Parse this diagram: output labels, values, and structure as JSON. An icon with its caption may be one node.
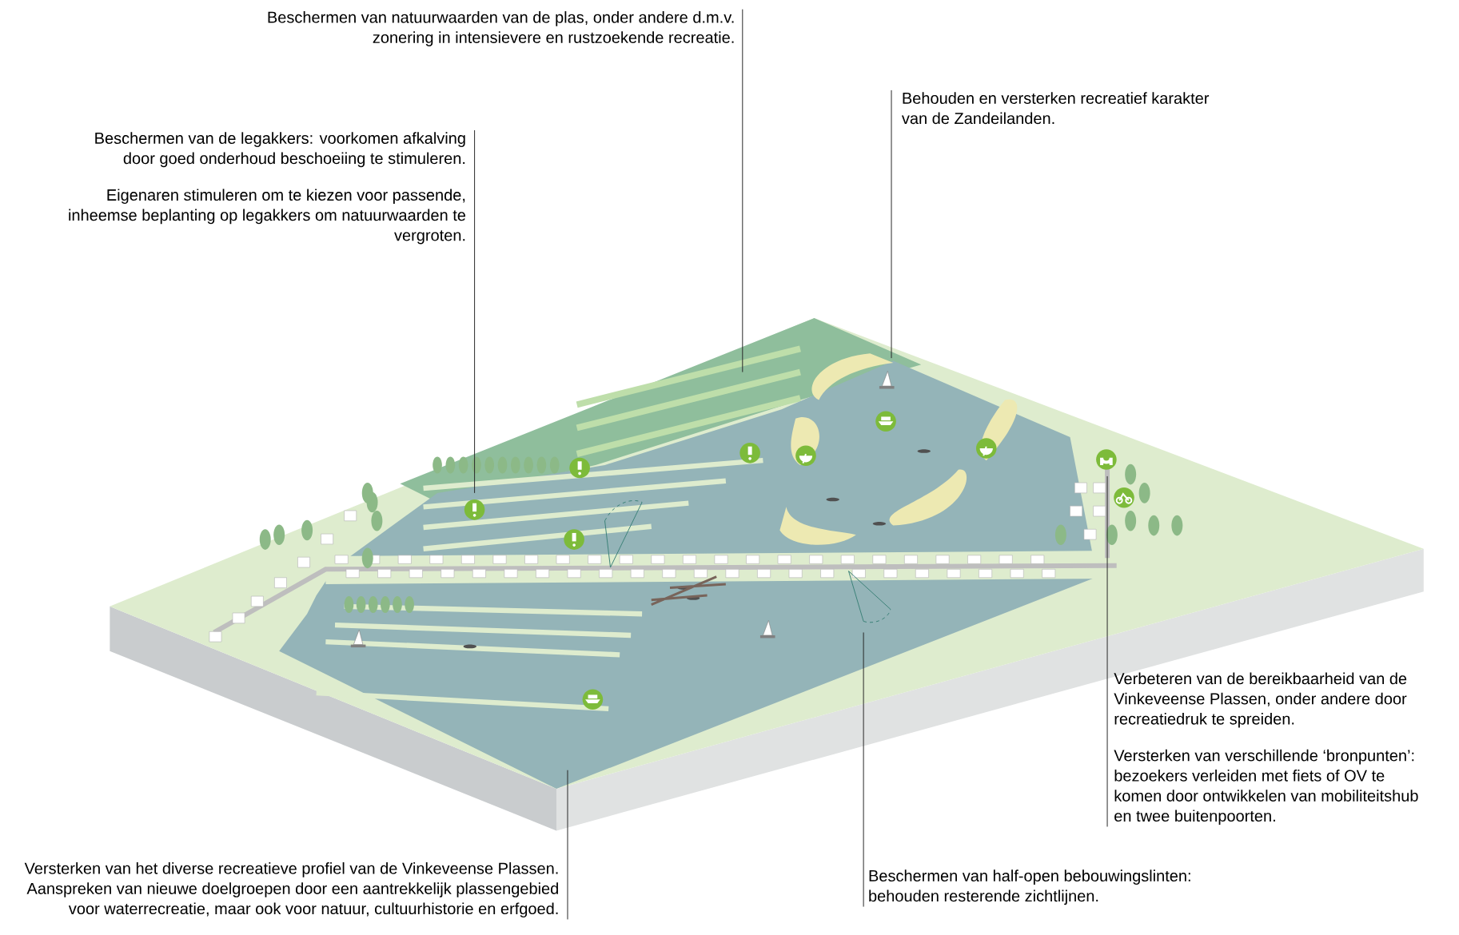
{
  "diagram": {
    "nodes": [
      {
        "text": [
          "Beschermen van natuurwaarden van de plas, onder andere d.m.v. zonering in intensievere en rustzoekende recreatie."
        ]
      },
      {
        "text": [
          "Behouden en versterken recreatief karakter van de Zandeilanden."
        ]
      },
      {
        "text": [
          "Beschermen van de legakkers: voorkomen afkalving door goed onderhoud beschoeiing te stimuleren.",
          "Eigenaren stimuleren om te kiezen voor passende, inheemse beplanting op legakkers om natuurwaarden te vergroten."
        ]
      },
      {
        "text": [
          "Verbeteren van de bereikbaarheid van de Vinkeveense Plassen, onder andere door recreatiedruk te spreiden.",
          "Versterken van verschillende ‘bronpunten’: bezoekers verleiden met fiets of OV te komen door ontwikkelen van mobiliteitshub en twee buitenpoorten."
        ]
      },
      {
        "text": [
          "Versterken van het diverse recreatieve profiel van de Vinkeveense Plassen. Aanspreken van nieuwe doelgroepen door een aantrekkelijk plassengebied voor waterrecreatie, maar ook voor natuur, cultuurhistorie en erfgoed."
        ]
      },
      {
        "text": [
          "Beschermen van half-open bebouwingslinten: behouden resterende zichtlijnen."
        ]
      }
    ],
    "edges": [
      {
        "from": 0,
        "to": null,
        "arrow": "none"
      },
      {
        "from": 1,
        "to": null,
        "arrow": "none"
      },
      {
        "from": 2,
        "to": null,
        "arrow": "none"
      },
      {
        "from": 3,
        "to": null,
        "arrow": "none"
      },
      {
        "from": 4,
        "to": null,
        "arrow": "none"
      },
      {
        "from": 5,
        "to": null,
        "arrow": "none"
      }
    ]
  }
}
